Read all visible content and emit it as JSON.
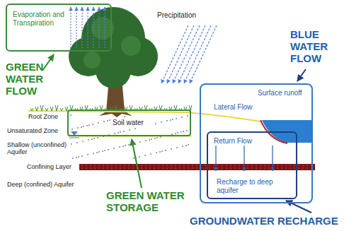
{
  "diagram": {
    "nodes": [
      {
        "text": [
          "Evaporation and Transpiration"
        ]
      },
      {
        "text": [
          "Soil water"
        ]
      },
      {
        "text": [
          "Surface runoff",
          "Lateral Flow"
        ]
      },
      {
        "text": [
          "Return Flow",
          "Recharge to deep aquifer"
        ],
        "in": 2
      }
    ],
    "labels": [
      "GREEN WATER FLOW",
      "Precipitation",
      "BLUE WATER FLOW",
      "Root Zone",
      "Unsaturated Zone",
      "Shallow (unconfined) Aquifer",
      "Confining Layer",
      "Deep (confined) Aquifer",
      "GREEN WATER STORAGE",
      "GROUNDWATER RECHARGE"
    ]
  }
}
